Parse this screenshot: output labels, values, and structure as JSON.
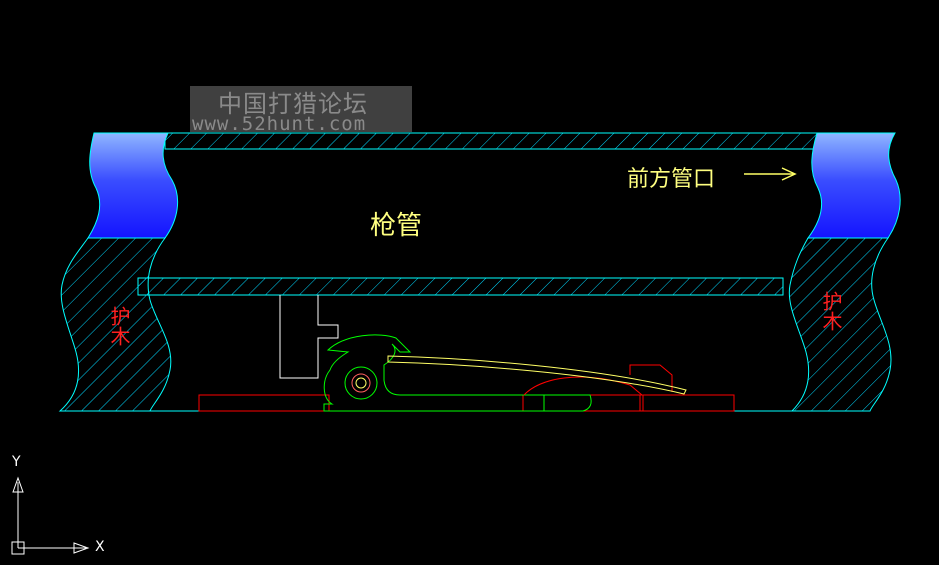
{
  "watermark": {
    "line1": "中国打猎论坛",
    "line2": "www.52hunt.com"
  },
  "labels": {
    "barrel": "枪管",
    "muzzle_direction": "前方管口",
    "left_guard": "护木",
    "right_guard": "护木"
  },
  "ucs": {
    "x_axis": "X",
    "y_axis": "Y"
  },
  "colors": {
    "background": "#000000",
    "outline": "#00ffff",
    "wood_fill": "#2020ff",
    "label_text": "#ffff80",
    "guard_text": "#ff2020",
    "mechanism_red": "#ff0000",
    "mechanism_green": "#00ff00",
    "spring_yellow": "#ffff66",
    "axis_white": "#ffffff"
  }
}
